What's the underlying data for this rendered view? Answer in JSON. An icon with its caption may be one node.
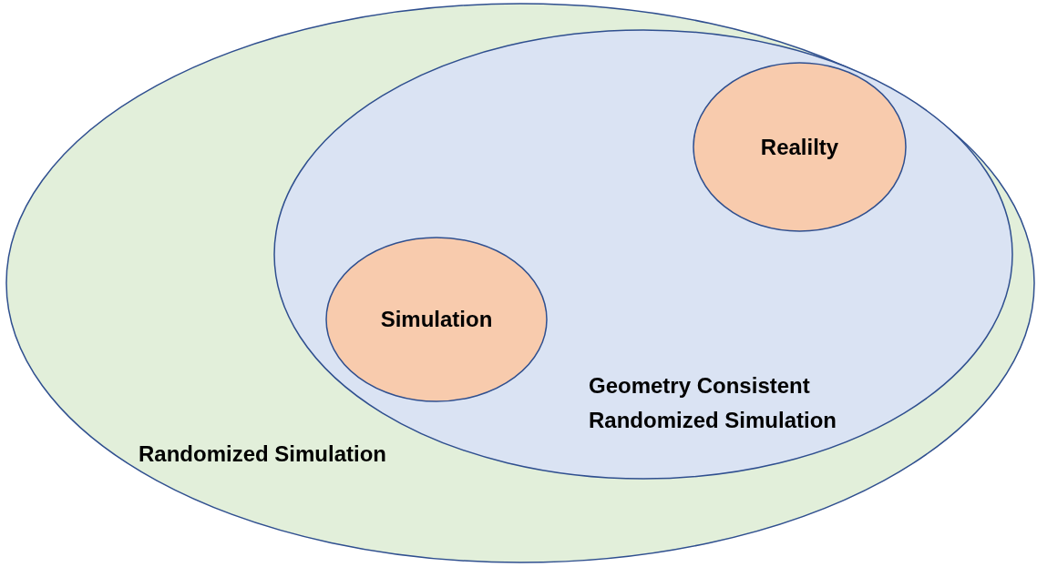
{
  "diagram": {
    "nodes": [
      {
        "text": [
          "Randomized Simulation"
        ]
      },
      {
        "text": [
          "Geometry Consistent Randomized Simulation"
        ],
        "in": 0
      },
      {
        "text": [
          "Realilty"
        ],
        "in": 1
      },
      {
        "text": [
          "Simulation"
        ],
        "in": 1
      }
    ]
  }
}
